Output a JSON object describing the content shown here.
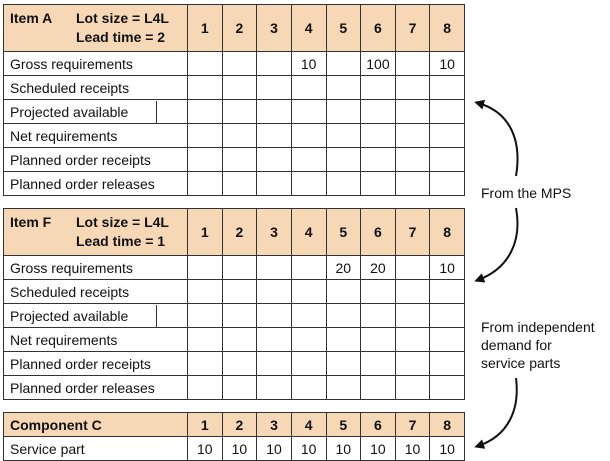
{
  "periods": [
    "1",
    "2",
    "3",
    "4",
    "5",
    "6",
    "7",
    "8"
  ],
  "tables": [
    {
      "item": "Item A",
      "lot_size": "Lot size = L4L",
      "lead_time": "Lead time = 2",
      "rows": [
        {
          "label": "Gross requirements",
          "values": [
            "",
            "",
            "",
            "10",
            "",
            "100",
            "",
            "10"
          ]
        },
        {
          "label": "Scheduled receipts",
          "values": [
            "",
            "",
            "",
            "",
            "",
            "",
            "",
            ""
          ]
        },
        {
          "label": "Projected available",
          "values": [
            "",
            "",
            "",
            "",
            "",
            "",
            "",
            ""
          ]
        },
        {
          "label": "Net requirements",
          "values": [
            "",
            "",
            "",
            "",
            "",
            "",
            "",
            ""
          ]
        },
        {
          "label": "Planned order receipts",
          "values": [
            "",
            "",
            "",
            "",
            "",
            "",
            "",
            ""
          ]
        },
        {
          "label": "Planned order releases",
          "values": [
            "",
            "",
            "",
            "",
            "",
            "",
            "",
            ""
          ]
        }
      ]
    },
    {
      "item": "Item F",
      "lot_size": "Lot size = L4L",
      "lead_time": "Lead time = 1",
      "rows": [
        {
          "label": "Gross requirements",
          "values": [
            "",
            "",
            "",
            "",
            "20",
            "20",
            "",
            "10"
          ]
        },
        {
          "label": "Scheduled receipts",
          "values": [
            "",
            "",
            "",
            "",
            "",
            "",
            "",
            ""
          ]
        },
        {
          "label": "Projected available",
          "values": [
            "",
            "",
            "",
            "",
            "",
            "",
            "",
            ""
          ]
        },
        {
          "label": "Net requirements",
          "values": [
            "",
            "",
            "",
            "",
            "",
            "",
            "",
            ""
          ]
        },
        {
          "label": "Planned order receipts",
          "values": [
            "",
            "",
            "",
            "",
            "",
            "",
            "",
            ""
          ]
        },
        {
          "label": "Planned order releases",
          "values": [
            "",
            "",
            "",
            "",
            "",
            "",
            "",
            ""
          ]
        }
      ]
    }
  ],
  "component": {
    "item": "Component C",
    "rows": [
      {
        "label": "Service part",
        "values": [
          "10",
          "10",
          "10",
          "10",
          "10",
          "10",
          "10",
          "10"
        ]
      }
    ]
  },
  "annotations": {
    "from_mps": "From the MPS",
    "from_independent": [
      "From independent",
      "demand for",
      "service parts"
    ]
  }
}
